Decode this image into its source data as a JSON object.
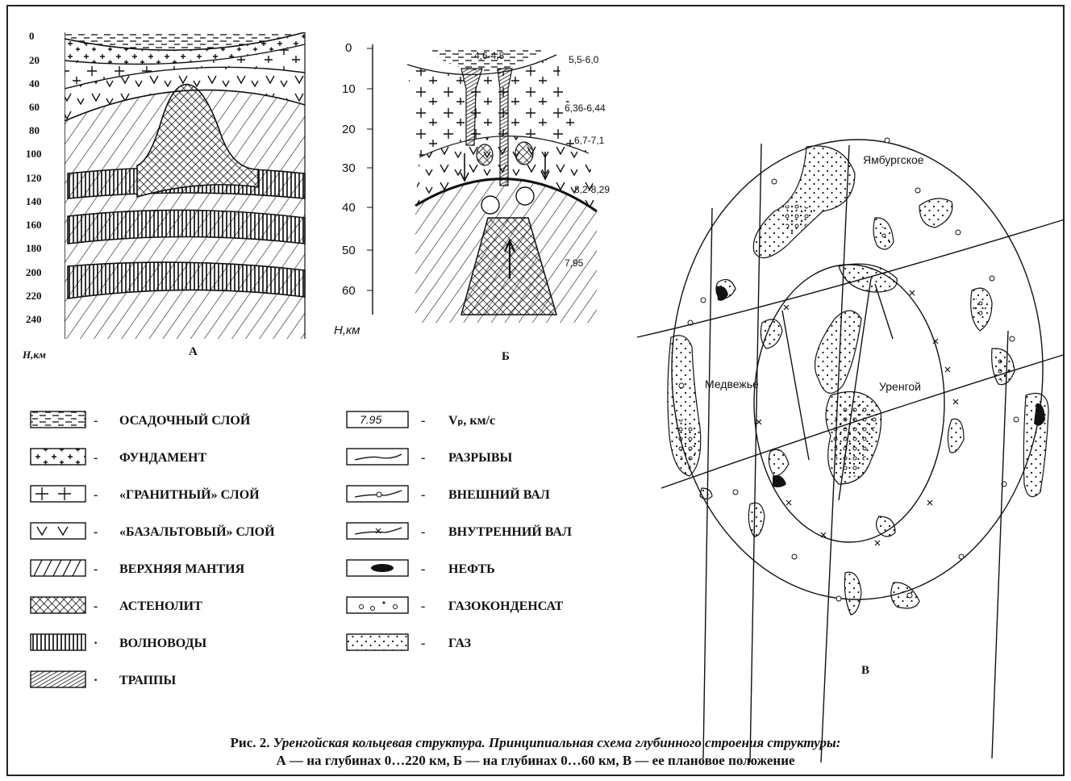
{
  "panel_a": {
    "depth_ticks": [
      "0",
      "20",
      "40",
      "60",
      "80",
      "100",
      "120",
      "140",
      "160",
      "180",
      "200",
      "220",
      "240"
    ],
    "axis_label": "Н,км",
    "panel_label": "А"
  },
  "panel_b": {
    "depth_ticks": [
      "0",
      "10",
      "20",
      "30",
      "40",
      "50",
      "60"
    ],
    "axis_label": "Н,км",
    "panel_label": "Б",
    "velocities": [
      "4,6-4,8",
      "5,5-6,0",
      "6,36-6,44",
      "6,7-7,1",
      "8,2-8,29",
      "7,95"
    ]
  },
  "panel_v": {
    "panel_label": "В",
    "places": [
      "Ямбургское",
      "Медвежье",
      "Уренгой"
    ]
  },
  "legend_left": [
    {
      "pattern": "sediment",
      "label": "ОСАДОЧНЫЙ СЛОЙ"
    },
    {
      "pattern": "basement",
      "label": "ФУНДАМЕНТ"
    },
    {
      "pattern": "granite",
      "label": "«ГРАНИТНЫЙ» СЛОЙ"
    },
    {
      "pattern": "basalt",
      "label": "«БАЗАЛЬТОВЫЙ» СЛОЙ"
    },
    {
      "pattern": "mantle",
      "label": "ВЕРХНЯЯ МАНТИЯ"
    },
    {
      "pattern": "asthenolith",
      "label": "АСТЕНОЛИТ"
    },
    {
      "pattern": "waveguide",
      "label": "ВОЛНОВОДЫ"
    },
    {
      "pattern": "traps",
      "label": "ТРАППЫ"
    }
  ],
  "legend_right": [
    {
      "pattern": "velocity",
      "sample": "7.95",
      "label": "Vₚ, км/с"
    },
    {
      "pattern": "faults",
      "label": "РАЗРЫВЫ"
    },
    {
      "pattern": "outer",
      "label": "ВНЕШНИЙ ВАЛ"
    },
    {
      "pattern": "inner",
      "label": "ВНУТРЕННИЙ ВАЛ"
    },
    {
      "pattern": "oil",
      "label": "НЕФТЬ"
    },
    {
      "pattern": "gascond",
      "label": "ГАЗОКОНДЕНСАТ"
    },
    {
      "pattern": "gas",
      "label": "ГАЗ"
    }
  ],
  "caption": {
    "line1_prefix": "Рис. 2. ",
    "line1_italic": "Уренгойская кольцевая структура. Принципиальная схема глубинного строения структуры:",
    "line2": "А — на глубинах 0…220 км, Б — на глубинах 0…60 км, В — ее плановое положение"
  }
}
